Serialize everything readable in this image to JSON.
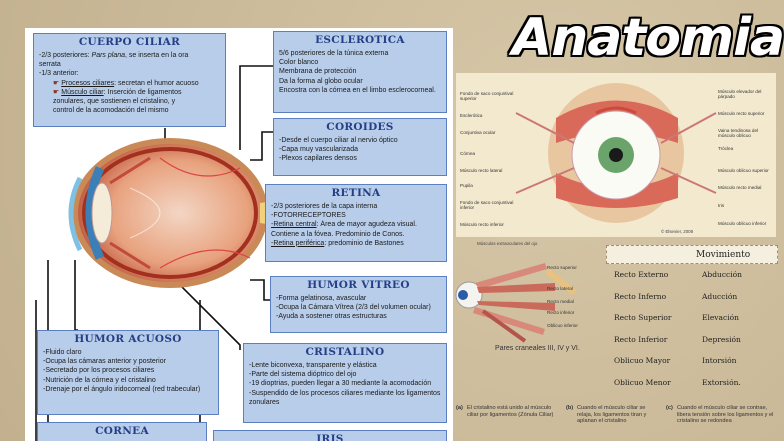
{
  "title": "Anatomia",
  "cuerpo": {
    "title": "CUERPO CILIAR",
    "l1a": "-2/3 posteriores: ",
    "l1b": "Pars plana",
    "l1c": ", se inserta en la ora",
    "l2": "serrata",
    "l3": "-1/3 anterior:",
    "b1a": "Procesos ciliares",
    "b1b": ": secretan el humor acuoso",
    "b2a": "Músculo ciliar",
    "b2b": ": Inserción de ligamentos",
    "l6": "zonulares, que sostienen el cristalino, y",
    "l7": "control de la acomodación del mismo"
  },
  "esclerotica": {
    "title": "ESCLEROTICA",
    "lines": [
      "5/6 posteriores de la túnica externa",
      "Color blanco",
      "Membrana de protección",
      "Da la forma al globo ocular",
      "Encostra con la córnea en el limbo esclerocorneal."
    ]
  },
  "coroides": {
    "title": "COROIDES",
    "lines": [
      "-Desde el cuerpo ciliar al nervio óptico",
      "-Capa muy vascularizada",
      "-Plexos capilares densos"
    ]
  },
  "retina": {
    "title": "RETINA",
    "l1": "-2/3 posteriores de la capa interna",
    "l2": "-FOTORRECEPTORES",
    "l3a": "-Retina central",
    "l3b": ": Área de mayor agudeza visual.",
    "l4": "Contiene a la fóvea. Predominio de Conos.",
    "l5a": "-Retina periférica",
    "l5b": ": predominio de Bastones"
  },
  "humor_vitreo": {
    "title": "HUMOR VITREO",
    "lines": [
      "-Forma gelatinosa, avascular",
      "-Ocupa la Cámara Vítrea (2/3 del volumen ocular)",
      "-Ayuda a sostener otras estructuras"
    ]
  },
  "humor_acuoso": {
    "title": "HUMOR ACUOSO",
    "lines": [
      "-Fluido claro",
      "-Ocupa las cámaras anterior y posterior",
      "-Secretado por los procesos ciliares",
      "-Nutrición de la córnea y el cristalino",
      "-Drenaje por el ángulo iridocorneal (red trabecular)"
    ]
  },
  "cristalino": {
    "title": "CRISTALINO",
    "lines": [
      "-Lente biconvexa, transparente y elástica",
      "-Parte del sistema dióptrico del ojo",
      "-19 dioptrias, pueden llegar a 30 mediante la acomodación",
      "-Suspendido de los procesos ciliares mediante los ligamentos zonulares"
    ]
  },
  "cornea": {
    "title": "CORNEA"
  },
  "iris": {
    "title": "IRIS"
  },
  "diagram": {
    "left": [
      "Fondo de saco conjuntival superior",
      "Esclerótica",
      "Conjuntiva ocular",
      "Córnea",
      "Músculo recto lateral",
      "Pupila",
      "Fondo de saco conjuntival inferior",
      "Músculo recto inferior"
    ],
    "right": [
      "Músculo elevador del párpado",
      "Músculo recto superior",
      "Vaina tendinosa del músculo oblicuo",
      "Tróclea",
      "Músculo oblicuo superior",
      "Músculo recto medial",
      "Iris",
      "Músculo oblicuo inferior"
    ],
    "credit": "© Elsevier, 2008"
  },
  "muscles": {
    "header": "Músculos extraoculares del ojo",
    "labels": [
      "Recto superior",
      "Recto lateral",
      "Recto medial",
      "Recto inferior",
      "Oblicuo inferior"
    ],
    "pares": "Pares craneales III, IV y VI."
  },
  "movimiento": {
    "header": "Movimiento",
    "rows": [
      [
        "Recto Externo",
        "Abducción"
      ],
      [
        "Recto Inferno",
        "Aducción"
      ],
      [
        "Recto Superior",
        "Elevación"
      ],
      [
        "Recto Inferior",
        "Depresión"
      ],
      [
        "Oblicuo Mayor",
        "Intorsión"
      ],
      [
        "Oblicuo Menor",
        "Extorsión."
      ]
    ]
  },
  "captions": [
    {
      "tag": "(a)",
      "text": "El cristalino está unido al músculo ciliar por ligamentos (Zónula Ciliar)"
    },
    {
      "tag": "(b)",
      "text": "Cuando el músculo ciliar se relaja, los ligamentos tiran y aplanan el cristalino"
    },
    {
      "tag": "(c)",
      "text": "Cuando el músculo ciliar se contrae, libera tensión sobre los ligamentos y el cristalino se redondea"
    }
  ]
}
